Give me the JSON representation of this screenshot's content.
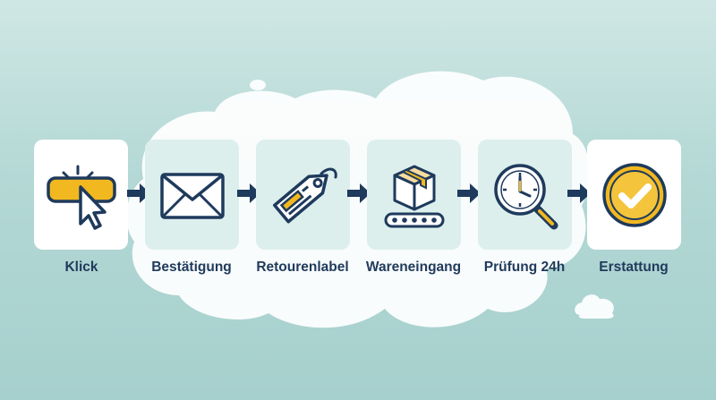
{
  "colors": {
    "navy": "#1e3a5c",
    "gold": "#f2b81f",
    "background": "#b3d8d5",
    "card": "#ffffff",
    "card_tinted": "#dcefed"
  },
  "steps": [
    {
      "label": "Klick",
      "icon": "cursor-click-icon"
    },
    {
      "label": "Bestätigung",
      "icon": "envelope-icon"
    },
    {
      "label": "Retourenlabel",
      "icon": "tag-icon"
    },
    {
      "label": "Wareneingang",
      "icon": "box-conveyor-icon"
    },
    {
      "label": "Prüfung 24h",
      "icon": "clock-magnifier-icon"
    },
    {
      "label": "Erstattung",
      "icon": "check-coin-icon"
    }
  ]
}
